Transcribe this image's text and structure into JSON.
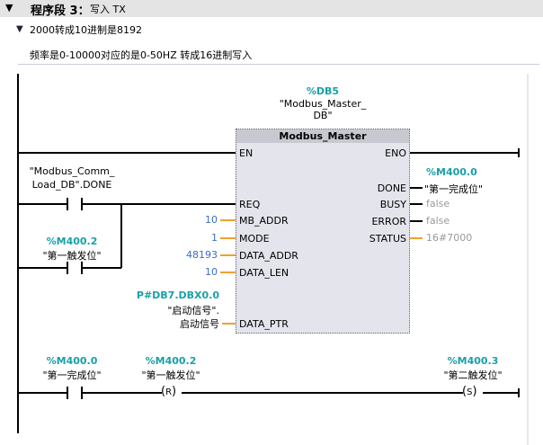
{
  "network": {
    "title": "程序段 3：",
    "subtitle": "写入 TX"
  },
  "comments": [
    "2000转成10进制是8192",
    "频率是0-10000对应的是0-50HZ  转成16进制写入"
  ],
  "block": {
    "instance_addr": "%DB5",
    "instance_name1": "\"Modbus_Master_",
    "instance_name2": "DB\"",
    "title": "Modbus_Master",
    "in": [
      "EN",
      "REQ",
      "MB_ADDR",
      "MODE",
      "DATA_ADDR",
      "DATA_LEN",
      "DATA_PTR"
    ],
    "out": [
      "ENO",
      "DONE",
      "BUSY",
      "ERROR",
      "STATUS"
    ]
  },
  "params": {
    "mb_addr": "10",
    "mode": "1",
    "data_addr": "48193",
    "data_len": "10",
    "ptr_addr": "P#DB7.DBX0.0",
    "ptr_name1": "\"启动信号\".",
    "ptr_name2": "启动信号",
    "done_addr": "%M400.0",
    "done_name": "\"第一完成位\"",
    "busy": "false",
    "error": "false",
    "status": "16#7000"
  },
  "contacts": {
    "req1_name1": "\"Modbus_Comm_",
    "req1_name2": "Load_DB\".DONE",
    "req2_addr": "%M400.2",
    "req2_name": "\"第一触发位\"",
    "c3_addr": "%M400.0",
    "c3_name": "\"第一完成位\"",
    "coilR_addr": "%M400.2",
    "coilR_name": "\"第一触发位\"",
    "coilR": "R",
    "coilS_addr": "%M400.3",
    "coilS_name": "\"第二触发位\"",
    "coilS": "S"
  }
}
